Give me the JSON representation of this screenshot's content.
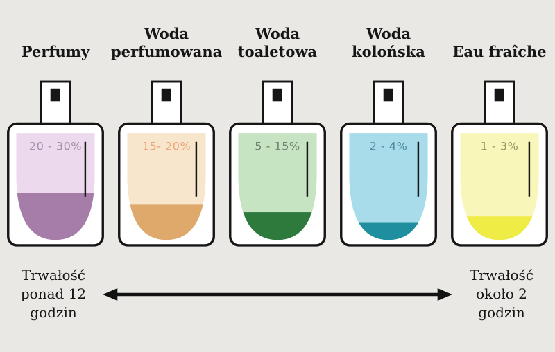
{
  "page": {
    "background": "#e9e8e5",
    "outline_color": "#161616"
  },
  "bottles": [
    {
      "name": "Perfumy",
      "title_lines": [
        "Perfumy"
      ],
      "label": "20 - 30%",
      "label_color": "#9c8fa6",
      "fill_light": "#edd9ed",
      "fill_dark": "#a67ca8",
      "level_percent": 44
    },
    {
      "name": "Woda perfumowana",
      "title_lines": [
        "Woda",
        "perfumowana"
      ],
      "label": "15- 20%",
      "label_color": "#eca577",
      "fill_light": "#f7e5cc",
      "fill_dark": "#dea96b",
      "level_percent": 33
    },
    {
      "name": "Woda toaletowa",
      "title_lines": [
        "Woda",
        "toaletowa"
      ],
      "label": "5 - 15%",
      "label_color": "#6f8172",
      "fill_light": "#c6e3c2",
      "fill_dark": "#2e7a3c",
      "level_percent": 26
    },
    {
      "name": "Woda kolońska",
      "title_lines": [
        "Woda",
        "kolońska"
      ],
      "label": "2 - 4%",
      "label_color": "#4e8b9e",
      "fill_light": "#a8dcea",
      "fill_dark": "#1f8fa0",
      "level_percent": 16
    },
    {
      "name": "Eau fraîche",
      "title_lines": [
        "Eau fraîche"
      ],
      "label": "1 - 3%",
      "label_color": "#969468",
      "fill_light": "#f8f6b9",
      "fill_dark": "#efec45",
      "level_percent": 22
    }
  ],
  "footer": {
    "left_lines": [
      "Trwałość",
      "ponad 12",
      "godzin"
    ],
    "right_lines": [
      "Trwałość",
      "około 2",
      "godzin"
    ],
    "arrow_color": "#121212"
  }
}
